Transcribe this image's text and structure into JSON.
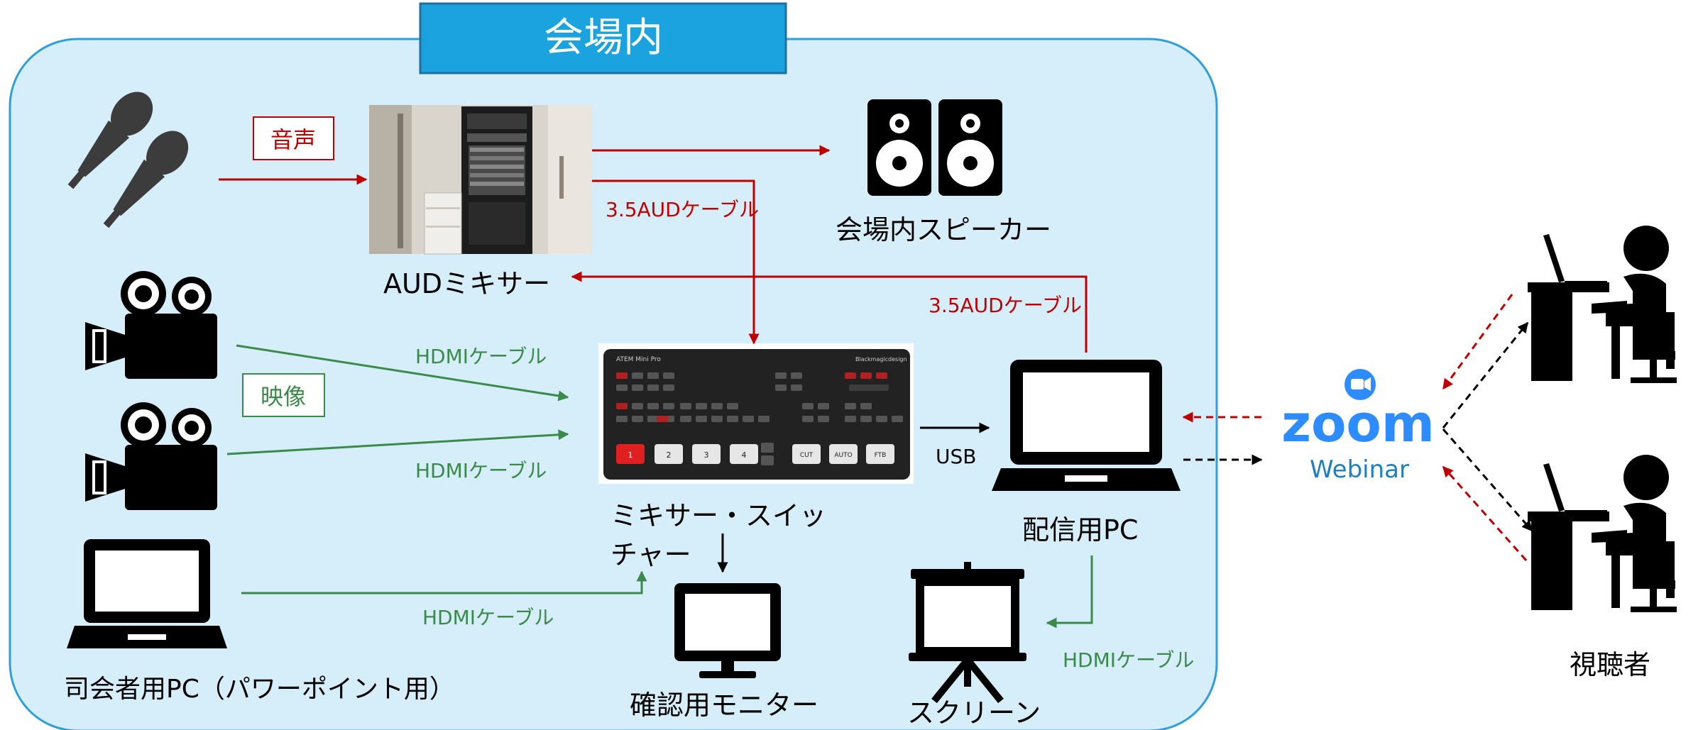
{
  "venue": {
    "title": "会場内"
  },
  "devices": {
    "aud_mixer": "AUDミキサー",
    "venue_speaker": "会場内スピーカー",
    "switcher_line1": "ミキサー・スイッ",
    "switcher_line2": "チャー",
    "streaming_pc": "配信用PC",
    "confirm_monitor": "確認用モニター",
    "screen": "スクリーン",
    "presenter_pc": "司会者用PC（パワーポイント用）",
    "viewers": "視聴者"
  },
  "tags": {
    "audio": "音声",
    "video": "映像"
  },
  "cables": {
    "aud_to_switcher": "3.5AUDケーブル",
    "pc_to_aud": "3.5AUDケーブル",
    "hdmi_camera1": "HDMIケーブル",
    "hdmi_camera2": "HDMIケーブル",
    "hdmi_presenter": "HDMIケーブル",
    "hdmi_screen": "HDMIケーブル",
    "usb": "USB"
  },
  "zoom": {
    "logo": "zoom",
    "product": "Webinar"
  },
  "switcher_panel": {
    "model": "ATEM Mini Pro",
    "brand": "Blackmagicdesign",
    "inputs": [
      "1",
      "2",
      "3",
      "4"
    ],
    "actions": [
      "CUT",
      "AUTO",
      "FTB"
    ]
  },
  "icons": [
    "microphone-icon",
    "video-camera-icon",
    "laptop-icon",
    "speaker-icon",
    "monitor-icon",
    "projector-screen-icon",
    "viewer-at-desk-icon",
    "zoom-camera-icon"
  ],
  "colors": {
    "venue_fill": "#d6eef9",
    "venue_border": "#2e9fd8",
    "title_fill": "#1aa3de",
    "audio_line": "#c00000",
    "hdmi_line": "#3a8a4a",
    "zoom_blue": "#2d8cff",
    "webinar_text": "#1e7fc0",
    "viewer_red": "#c00000"
  }
}
